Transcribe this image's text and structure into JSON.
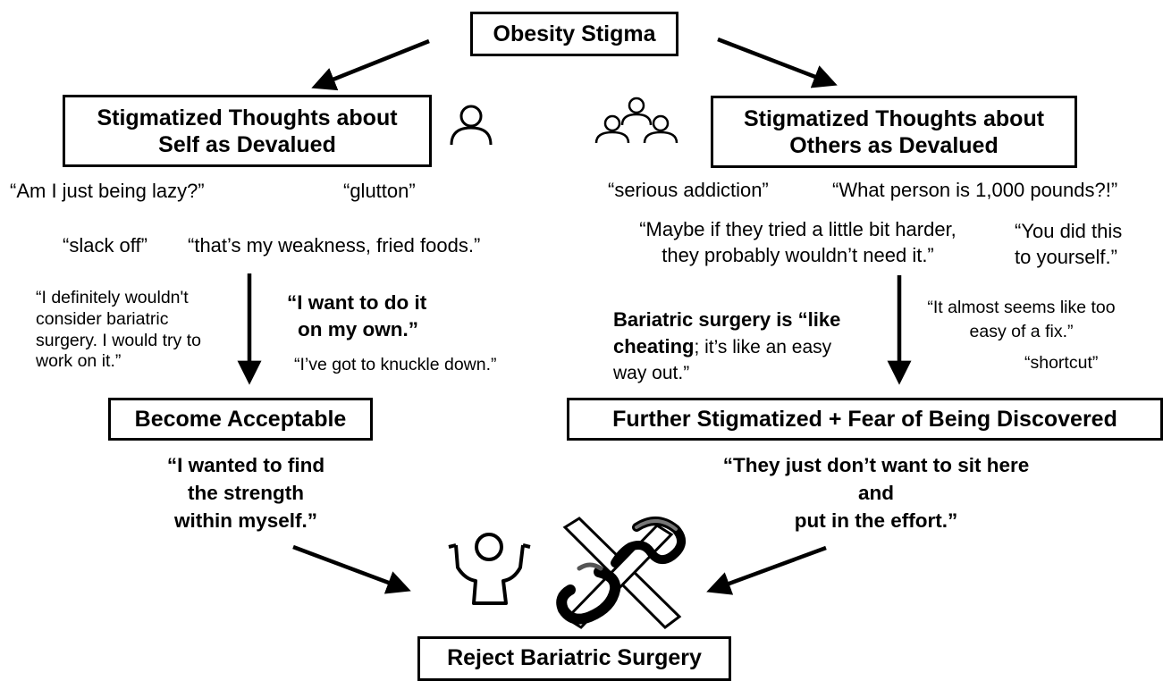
{
  "title_box": "Obesity Stigma",
  "self_box": [
    "Stigmatized Thoughts about",
    "Self as Devalued"
  ],
  "others_box": [
    "Stigmatized Thoughts about",
    "Others as Devalued"
  ],
  "left_quotes": {
    "lazy": "“Am I just being lazy?”",
    "glutton": "“glutton”",
    "slack": "“slack off”",
    "weakness": "“that’s my weakness, fried foods.”",
    "wouldnt": [
      "“I definitely wouldn't",
      "consider bariatric",
      "surgery. I would try to",
      "work on it.”"
    ],
    "own": [
      "“I want to do it",
      "on my own.”"
    ],
    "knuckle": "“I’ve got to knuckle down.”"
  },
  "right_quotes": {
    "addiction": "“serious addiction”",
    "pounds": "“What person is 1,000 pounds?!”",
    "harder": [
      "“Maybe if they tried a little bit harder,",
      "they probably wouldn’t need it.”"
    ],
    "yourself": [
      "“You did this",
      "to yourself.”"
    ],
    "cheating_bold": "Bariatric surgery is “like",
    "cheating_bold2": "cheating",
    "cheating_rest": "; it’s like an easy",
    "cheating_end": "way out.”",
    "too_easy": [
      "“It almost seems like too",
      "easy of a fix.”"
    ],
    "shortcut": "“shortcut”"
  },
  "acceptable_box": "Become Acceptable",
  "discovered_box": "Further Stigmatized + Fear of Being Discovered",
  "acceptable_quote": [
    "“I wanted to find",
    "the strength",
    "within myself.”"
  ],
  "discovered_quote": [
    "“They just don’t want to sit here",
    "and",
    "put in the effort.”"
  ],
  "bottom_box": "Reject Bariatric Surgery",
  "icons": [
    "single-person-icon",
    "group-of-people-icon",
    "strong-person-icon",
    "crossed-out-stomach-icon"
  ]
}
